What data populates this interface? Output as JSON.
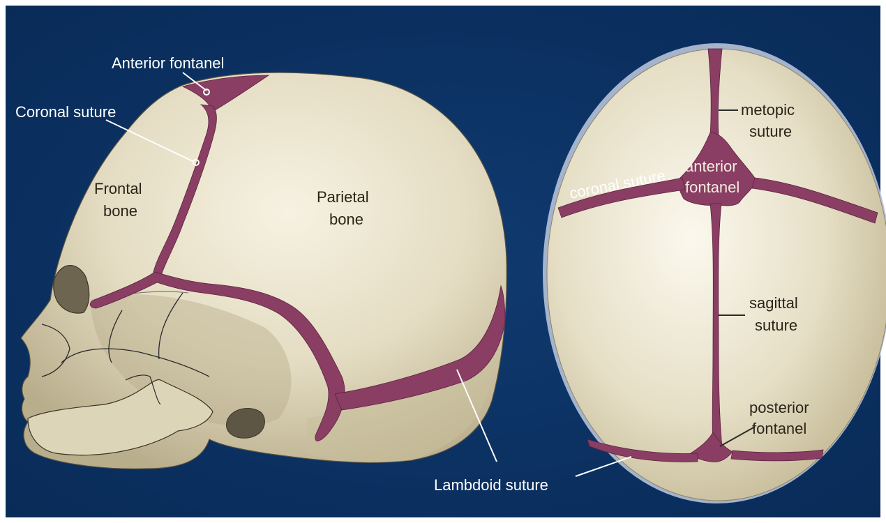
{
  "labels": {
    "anterior_fontanel": "Anterior fontanel",
    "coronal_suture": "Coronal suture",
    "frontal_bone_line1": "Frontal",
    "frontal_bone_line2": "bone",
    "parietal_bone_line1": "Parietal",
    "parietal_bone_line2": "bone",
    "lambdoid_suture": "Lambdoid suture",
    "metopic_suture_line1": "metopic",
    "metopic_suture_line2": "suture",
    "coronal_suture_top": "coronal suture",
    "anterior_fontanel_top_line1": "anterior",
    "anterior_fontanel_top_line2": "fontanel",
    "sagittal_suture_line1": "sagittal",
    "sagittal_suture_line2": "suture",
    "posterior_fontanel_line1": "posterior",
    "posterior_fontanel_line2": "fontanel"
  },
  "colors": {
    "background": "#0c2f5f",
    "bone": "#e6dfc6",
    "suture": "#8a3e63",
    "outline": "#2a2a2a"
  }
}
